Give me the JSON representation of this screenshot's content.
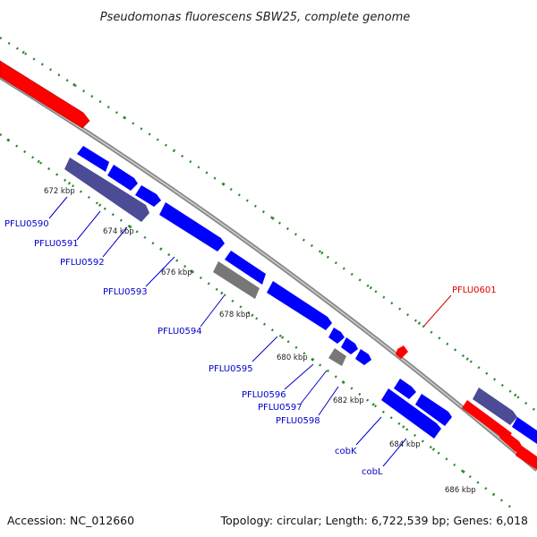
{
  "title": "Pseudomonas fluorescens SBW25, complete genome",
  "footer": {
    "accession": "Accession: NC_012660",
    "summary": "Topology: circular; Length: 6,722,539 bp; Genes: 6,018"
  },
  "colors": {
    "forward_cds": "#ff0000",
    "reverse_cds": "#0000ff",
    "selected": "#4b4b96",
    "other": "#777777",
    "backbone": "#888888",
    "tick": "#2a8a2a",
    "label_blue": "#0000cc",
    "label_red": "#dd0000"
  },
  "ticks": [
    "672 kbp",
    "674 kbp",
    "676 kbp",
    "678 kbp",
    "680 kbp",
    "682 kbp",
    "684 kbp",
    "686 kbp"
  ],
  "gene_labels": [
    {
      "name": "PFLU0590",
      "color": "blue"
    },
    {
      "name": "PFLU0591",
      "color": "blue"
    },
    {
      "name": "PFLU0592",
      "color": "blue"
    },
    {
      "name": "PFLU0593",
      "color": "blue"
    },
    {
      "name": "PFLU0594",
      "color": "blue"
    },
    {
      "name": "PFLU0595",
      "color": "blue"
    },
    {
      "name": "PFLU0596",
      "color": "blue"
    },
    {
      "name": "PFLU0597",
      "color": "blue"
    },
    {
      "name": "PFLU0598",
      "color": "blue"
    },
    {
      "name": "cobK",
      "color": "blue"
    },
    {
      "name": "cobL",
      "color": "blue"
    },
    {
      "name": "PFLU0601",
      "color": "red"
    }
  ]
}
